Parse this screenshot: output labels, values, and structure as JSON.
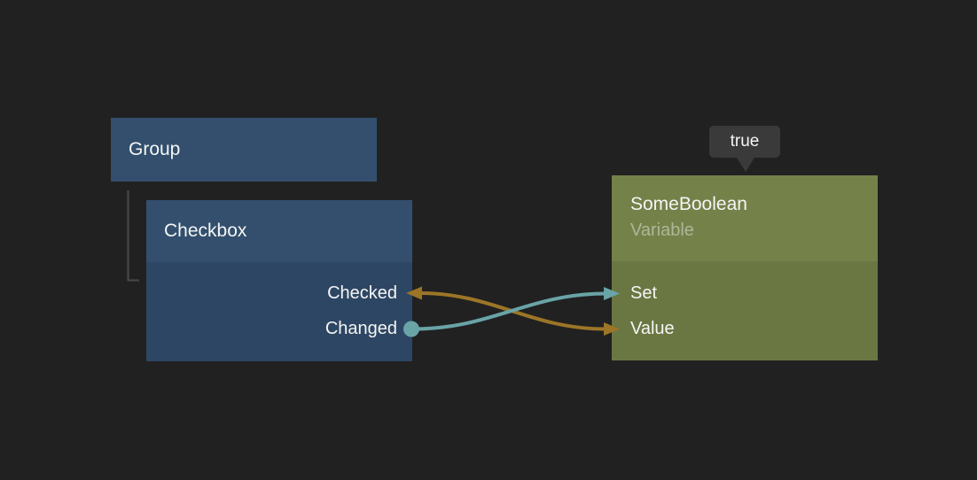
{
  "canvas": {
    "background": "#212121"
  },
  "nodes": {
    "group": {
      "title": "Group",
      "color": "#334f6d"
    },
    "checkbox": {
      "title": "Checkbox",
      "header_color": "#334f6d",
      "body_color": "#2d4663",
      "output_ports": [
        {
          "label": "Checked"
        },
        {
          "label": "Changed"
        }
      ]
    },
    "someboolean": {
      "title": "SomeBoolean",
      "subtitle": "Variable",
      "header_color": "#748149",
      "body_color": "#6a7742",
      "input_ports": [
        {
          "label": "Set"
        },
        {
          "label": "Value"
        }
      ]
    }
  },
  "tooltip": {
    "text": "true",
    "background": "#3a3a3a"
  },
  "connections": [
    {
      "from_node": "Checkbox",
      "from_port": "Changed",
      "to_node": "SomeBoolean",
      "to_port": "Set",
      "color": "#69a4a7",
      "style": "dot-origin-to-arrow"
    },
    {
      "from_node": "SomeBoolean",
      "from_port": "Value",
      "to_node": "Checkbox",
      "to_port": "Checked",
      "color": "#9c7527",
      "style": "double-arrow"
    }
  ],
  "hierarchy": {
    "parent": "Group",
    "child": "Checkbox",
    "connector_color": "#4a4a4a"
  }
}
